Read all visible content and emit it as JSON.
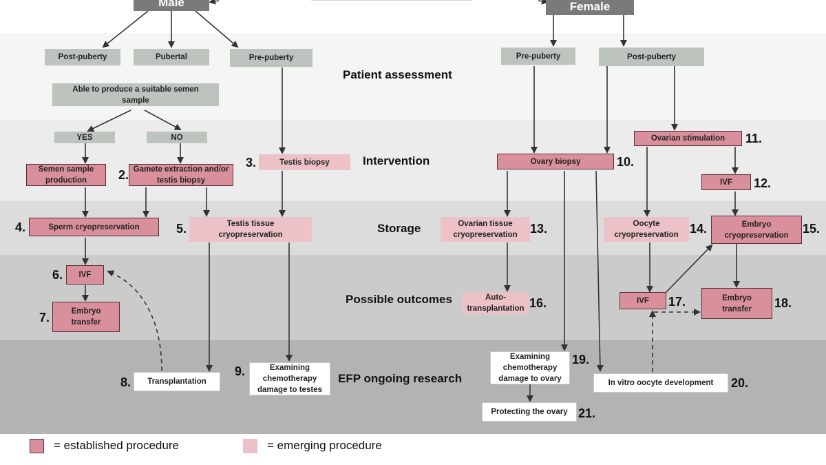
{
  "headers": {
    "male": "Male",
    "female": "Female"
  },
  "stages": {
    "assessment": "Patient assessment",
    "intervention": "Intervention",
    "storage": "Storage",
    "outcomes": "Possible outcomes",
    "research": "EFP ongoing research"
  },
  "male": {
    "post_puberty": "Post-puberty",
    "pubertal": "Pubertal",
    "pre_puberty": "Pre-puberty",
    "semen_question": "Able to produce a suitable semen sample",
    "yes": "YES",
    "no": "NO",
    "semen_production": "Semen sample production",
    "gamete_extraction": "Gamete extraction and/or testis biopsy",
    "testis_biopsy": "Testis biopsy",
    "sperm_cryo": "Sperm cryopreservation",
    "testis_tissue_cryo": "Testis tissue cryopreservation",
    "ivf": "IVF",
    "embryo_transfer": "Embryo transfer",
    "transplantation": "Transplantation",
    "examining_testes": "Examining chemotherapy damage to testes"
  },
  "female": {
    "pre_puberty": "Pre-puberty",
    "post_puberty": "Post-puberty",
    "ovarian_stimulation": "Ovarian stimulation",
    "ovary_biopsy": "Ovary biopsy",
    "ivf_12": "IVF",
    "ovarian_tissue_cryo": "Ovarian tissue cryopreservation",
    "oocyte_cryo": "Oocyte cryopreservation",
    "embryo_cryo": "Embryo cryopreservation",
    "auto_transplant": "Auto-transplantation",
    "ivf_17": "IVF",
    "embryo_transfer": "Embryo transfer",
    "examining_ovary": "Examining chemotherapy damage to ovary",
    "in_vitro": "In vitro oocyte development",
    "protecting": "Protecting the ovary"
  },
  "numbers": {
    "n2": "2.",
    "n3": "3.",
    "n4": "4.",
    "n5": "5.",
    "n6": "6.",
    "n7": "7.",
    "n8": "8.",
    "n9": "9.",
    "n10": "10.",
    "n11": "11.",
    "n12": "12.",
    "n13": "13.",
    "n14": "14.",
    "n15": "15.",
    "n16": "16.",
    "n17": "17.",
    "n18": "18.",
    "n19": "19.",
    "n20": "20.",
    "n21": "21."
  },
  "legend": {
    "established": "= established procedure",
    "emerging": "= emerging procedure"
  },
  "colors": {
    "established": "#d9909c",
    "emerging": "#ecc2c8",
    "assessment_box": "#bcc4bd",
    "header_box": "#7a7a7a"
  }
}
